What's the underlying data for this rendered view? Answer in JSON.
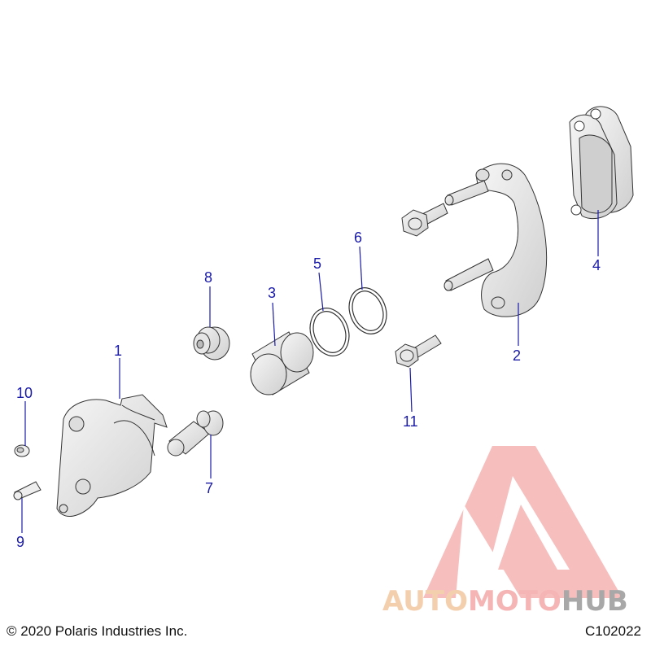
{
  "footer": {
    "copyright": "© 2020 Polaris Industries Inc.",
    "figure_code": "C102022"
  },
  "callouts": [
    {
      "number": "1",
      "part": "caliper-housing"
    },
    {
      "number": "2",
      "part": "caliper-bracket"
    },
    {
      "number": "3",
      "part": "piston"
    },
    {
      "number": "4",
      "part": "brake-pads"
    },
    {
      "number": "5",
      "part": "square-seal"
    },
    {
      "number": "6",
      "part": "dust-seal"
    },
    {
      "number": "7",
      "part": "slide-pin"
    },
    {
      "number": "8",
      "part": "pin-boot"
    },
    {
      "number": "9",
      "part": "bleeder-screw"
    },
    {
      "number": "10",
      "part": "bleeder-cap"
    },
    {
      "number": "11",
      "part": "bracket-bolt"
    }
  ],
  "watermark": {
    "part1": "AUTO",
    "part2": "MOTO",
    "part3": "HUB",
    "color_primary": "#f4a9a9",
    "color_accent": "#f3c7a0",
    "color_dark": "#9a9a9a"
  }
}
